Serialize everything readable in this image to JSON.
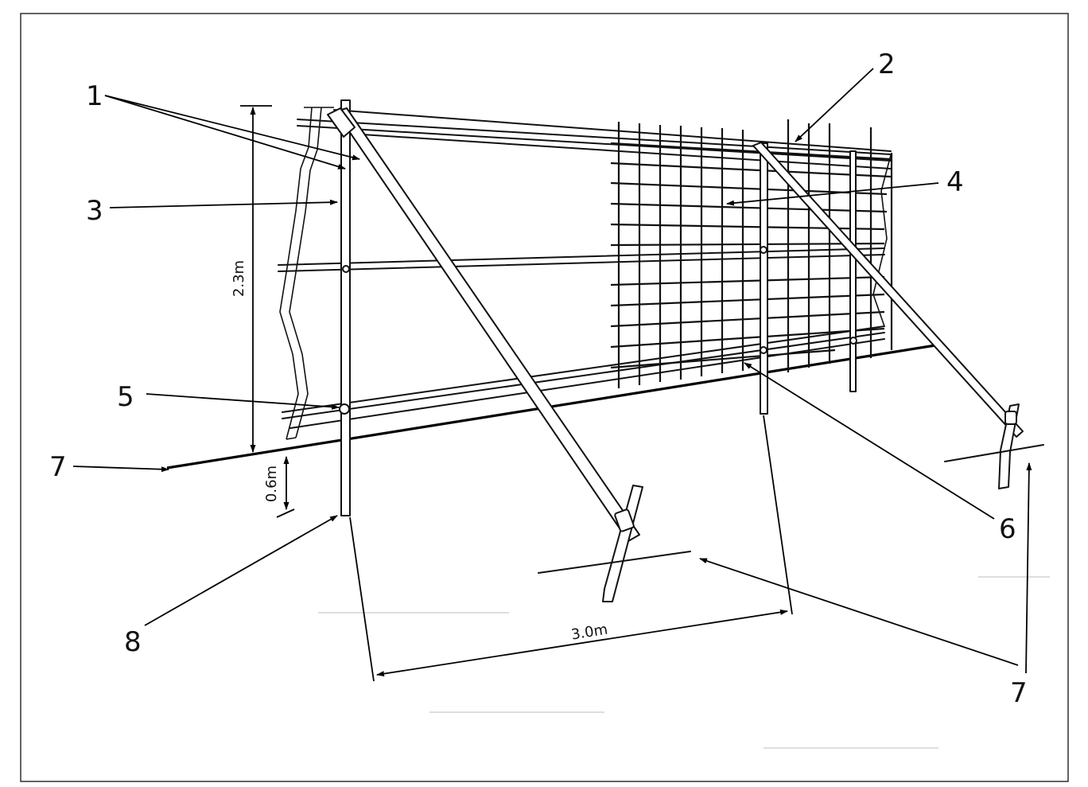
{
  "diagram": {
    "callouts": [
      {
        "label": "1"
      },
      {
        "label": "2"
      },
      {
        "label": "3"
      },
      {
        "label": "4"
      },
      {
        "label": "5"
      },
      {
        "label": "6"
      },
      {
        "label": "7"
      },
      {
        "label": "7"
      },
      {
        "label": "8"
      }
    ],
    "dimensions": {
      "height": "2.3m",
      "depth": "0.6m",
      "spacing": "3.0m"
    }
  }
}
